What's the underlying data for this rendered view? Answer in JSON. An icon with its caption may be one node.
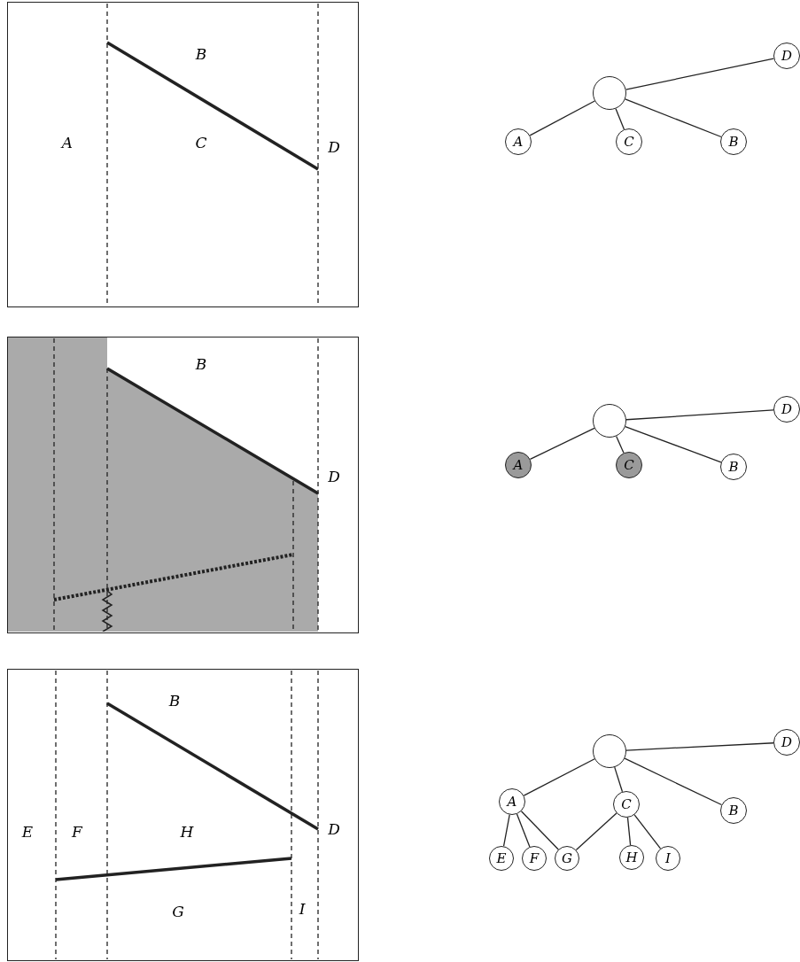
{
  "diagram": {
    "nodes": [
      {
        "text": [
          "B",
          "A",
          "C",
          "D"
        ]
      },
      {
        "text": [
          "D"
        ]
      },
      {
        "text": [],
        "shape": "circle"
      },
      {
        "text": [
          "A"
        ]
      },
      {
        "text": [
          "C"
        ]
      },
      {
        "text": [
          "B"
        ]
      },
      {
        "text": [
          "B",
          "D"
        ]
      },
      {
        "text": [
          "D"
        ]
      },
      {
        "text": [],
        "shape": "circle"
      },
      {
        "text": [
          "A"
        ]
      },
      {
        "text": [
          "C"
        ]
      },
      {
        "text": [
          "B"
        ]
      },
      {
        "text": [
          "B",
          "E",
          "F",
          "H",
          "D",
          "G",
          "I"
        ]
      },
      {
        "text": [
          "D"
        ]
      },
      {
        "text": [],
        "shape": "circle"
      },
      {
        "text": [
          "A"
        ]
      },
      {
        "text": [
          "C"
        ]
      },
      {
        "text": [
          "B"
        ]
      },
      {
        "text": [
          "E"
        ]
      },
      {
        "text": [
          "F"
        ]
      },
      {
        "text": [
          "G"
        ]
      },
      {
        "text": [
          "H"
        ]
      },
      {
        "text": [
          "I"
        ]
      }
    ],
    "edges": [
      {
        "from": 2,
        "to": 1,
        "arrow": "none"
      },
      {
        "from": 2,
        "to": 3,
        "arrow": "none"
      },
      {
        "from": 2,
        "to": 4,
        "arrow": "none"
      },
      {
        "from": 2,
        "to": 5,
        "arrow": "none"
      },
      {
        "from": 8,
        "to": 7,
        "arrow": "none"
      },
      {
        "from": 8,
        "to": 9,
        "arrow": "none"
      },
      {
        "from": 8,
        "to": 10,
        "arrow": "none"
      },
      {
        "from": 8,
        "to": 11,
        "arrow": "none"
      },
      {
        "from": 14,
        "to": 13,
        "arrow": "none"
      },
      {
        "from": 14,
        "to": 15,
        "arrow": "none"
      },
      {
        "from": 14,
        "to": 16,
        "arrow": "none"
      },
      {
        "from": 14,
        "to": 17,
        "arrow": "none"
      },
      {
        "from": 15,
        "to": 18,
        "arrow": "none"
      },
      {
        "from": 15,
        "to": 19,
        "arrow": "none"
      },
      {
        "from": 15,
        "to": 20,
        "arrow": "none"
      },
      {
        "from": 16,
        "to": 20,
        "arrow": "none"
      },
      {
        "from": 16,
        "to": 21,
        "arrow": "none"
      },
      {
        "from": 16,
        "to": 22,
        "arrow": "none"
      }
    ]
  }
}
